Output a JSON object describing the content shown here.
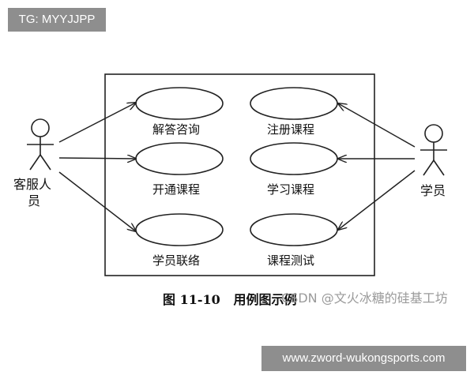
{
  "badges": {
    "top_left": "TG: MYYJJPP",
    "bottom_right": "www.zword-wukongsports.com"
  },
  "diagram": {
    "actors": {
      "left": "客服人员",
      "left_line1": "客服人",
      "left_line2": "员",
      "right": "学员"
    },
    "use_cases": {
      "left_column": [
        "解答咨询",
        "开通课程",
        "学员联络"
      ],
      "right_column": [
        "注册课程",
        "学习课程",
        "课程测试"
      ]
    },
    "caption": "图 11-10   用例图示例",
    "watermark": "CSDN @文火冰糖的硅基工坊"
  },
  "colors": {
    "badge_bg": "#8e8e8e",
    "line": "#222222"
  }
}
